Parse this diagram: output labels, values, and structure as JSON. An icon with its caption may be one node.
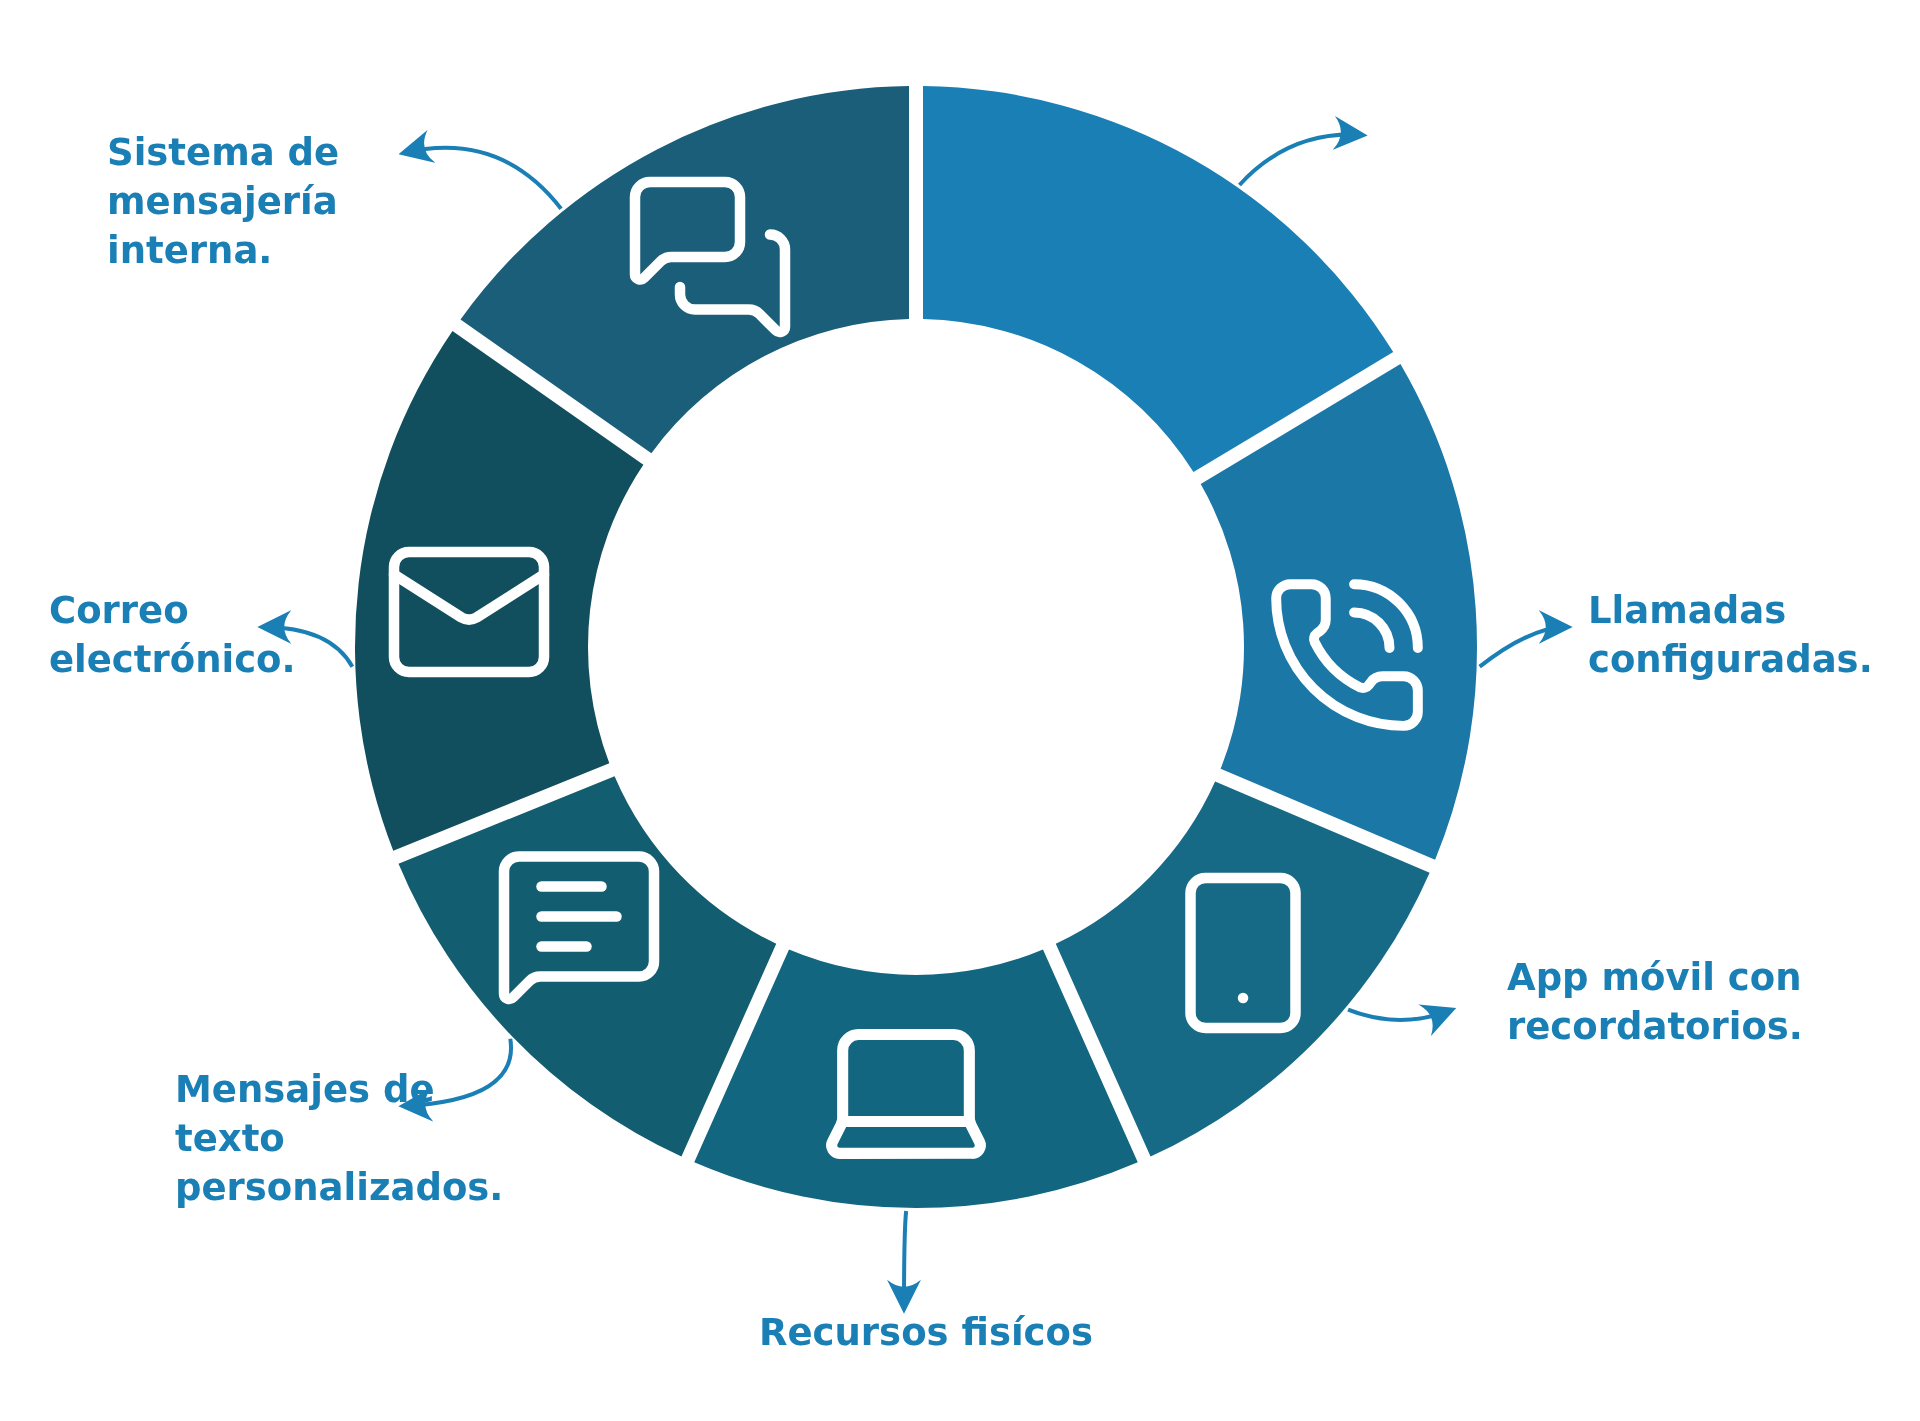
{
  "diagram": {
    "nodes": [
      {
        "text": [],
        "shape": "sector"
      },
      {
        "text": [],
        "shape": "sector"
      },
      {
        "text": [],
        "shape": "sector"
      },
      {
        "text": [],
        "shape": "sector"
      },
      {
        "text": [],
        "shape": "sector"
      },
      {
        "text": [],
        "shape": "sector"
      },
      {
        "text": [],
        "shape": "sector"
      },
      {
        "text": [
          "Sistema de mensajería interna."
        ]
      },
      {
        "text": [
          "Correo electrónico."
        ]
      },
      {
        "text": [
          "Llamadas configuradas."
        ]
      },
      {
        "text": [
          "App móvil con recordatorios."
        ]
      },
      {
        "text": [
          "Mensajes de texto personalizados."
        ]
      },
      {
        "text": [
          "Recursos fisícos"
        ]
      }
    ],
    "edges": [
      {
        "from": 0,
        "to": 7,
        "arrow": "to"
      },
      {
        "from": 1,
        "to": null,
        "arrow": "to"
      },
      {
        "from": 2,
        "to": 8,
        "arrow": "to"
      },
      {
        "from": 3,
        "to": 9,
        "arrow": "to"
      },
      {
        "from": 4,
        "to": 11,
        "arrow": "to"
      },
      {
        "from": 5,
        "to": 10,
        "arrow": "to"
      },
      {
        "from": 6,
        "to": 12,
        "arrow": "to"
      }
    ]
  }
}
